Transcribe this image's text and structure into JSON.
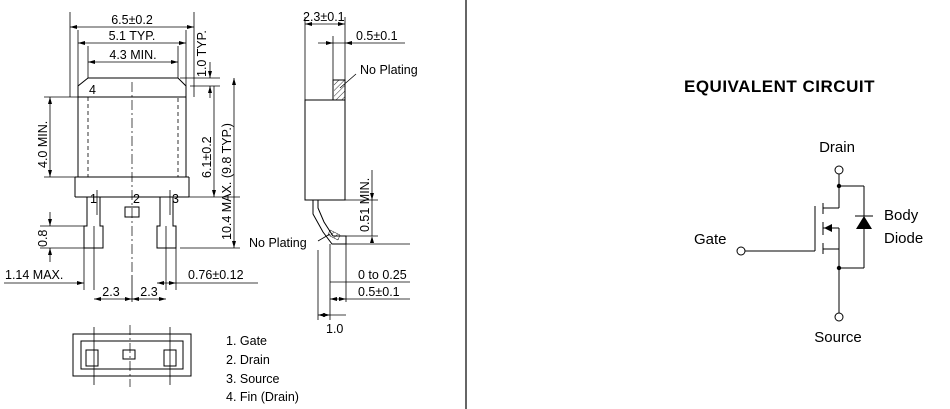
{
  "front_view": {
    "dims": {
      "width_total": "6.5±0.2",
      "width_typ": "5.1 TYP.",
      "width_min": "4.3 MIN.",
      "top_typ": "1.0 TYP.",
      "body_min": "4.0 MIN.",
      "height_fin": "6.1±0.2",
      "height_total": "10.4 MAX. (9.8 TYP.)",
      "lead_len": "0.8",
      "lead_off": "1.14 MAX.",
      "pitch_1": "2.3",
      "pitch_2": "2.3",
      "lead_width": "0.76±0.12"
    },
    "pins": {
      "p1": "1",
      "p2": "2",
      "p3": "3",
      "p4": "4"
    }
  },
  "side_view": {
    "dims": {
      "thickness": "2.3±0.1",
      "fin_thick": "0.5±0.1",
      "lead_min": "0.51 MIN.",
      "standoff": "0 to 0.25",
      "lead_thick": "0.5±0.1",
      "foot": "1.0"
    },
    "no_plating_top": "No Plating",
    "no_plating_bottom": "No Plating"
  },
  "legend": {
    "items": [
      "1. Gate",
      "2. Drain",
      "3. Source",
      "4. Fin (Drain)"
    ]
  },
  "circuit": {
    "title": "EQUIVALENT  CIRCUIT",
    "drain": "Drain",
    "gate": "Gate",
    "source": "Source",
    "body": "Body",
    "diode": "Diode"
  }
}
